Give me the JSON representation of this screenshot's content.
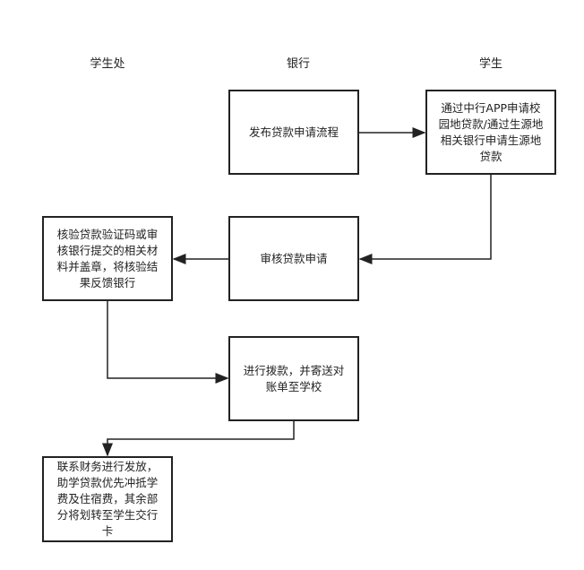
{
  "lanes": [
    "学生处",
    "银行",
    "学生"
  ],
  "nodes": {
    "publish": [
      "发布贷款申请流程"
    ],
    "apply": [
      "通过中行APP申请校",
      "园地贷款/通过生源地",
      "相关银行申请生源地",
      "贷款"
    ],
    "review": [
      "审核贷款申请"
    ],
    "verify": [
      "核验贷款验证码或审",
      "核银行提交的相关材",
      "料并盖章，将核验结",
      "果反馈银行"
    ],
    "disburse": [
      "进行拨款，并寄送对",
      "账单至学校"
    ],
    "finance": [
      "联系财务进行发放，",
      "助学贷款优先冲抵学",
      "费及住宿费，其余部",
      "分将划转至学生交行",
      "卡"
    ]
  }
}
